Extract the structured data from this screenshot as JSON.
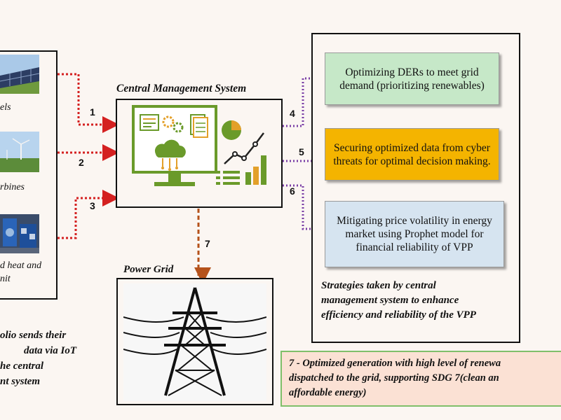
{
  "title": "Central Management System",
  "power_grid": {
    "title": "Power Grid"
  },
  "sources": [
    {
      "caption": "els"
    },
    {
      "caption": "rbines"
    },
    {
      "caption_line1": "d heat and",
      "caption_line2": "nit"
    }
  ],
  "links": {
    "n1": "1",
    "n2": "2",
    "n3": "3",
    "n4": "4",
    "n5": "5",
    "n6": "6",
    "n7": "7"
  },
  "strategies": [
    {
      "text": "Optimizing DERs to meet grid demand (prioritizing renewables)",
      "color": "#c6e8c8"
    },
    {
      "text": "Securing optimized data from cyber threats for optimal decision making.",
      "color": "#f4b400"
    },
    {
      "text": "Mitigating price volatility in energy market using Prophet model for financial reliability of VPP",
      "color": "#d6e4f0"
    }
  ],
  "strategies_caption": {
    "line1": "Strategies taken by central",
    "line2": "management system to enhance",
    "line3": "efficiency and reliability of the VPP"
  },
  "left_note": {
    "line1": "olio sends their",
    "line2": "data via IoT",
    "line3": "he central",
    "line4": "nt system"
  },
  "outcome": {
    "line1": "7 - Optimized generation with high level of renewa",
    "line2": "dispatched to the grid, supporting SDG 7(clean an",
    "line3": "affordable energy)"
  },
  "colors": {
    "red_arrow": "#d42020",
    "purple_arrow": "#7a3fa6",
    "orange_arrow": "#b5521b",
    "icon_green": "#6a9a2a",
    "icon_orange": "#e3a02a"
  }
}
